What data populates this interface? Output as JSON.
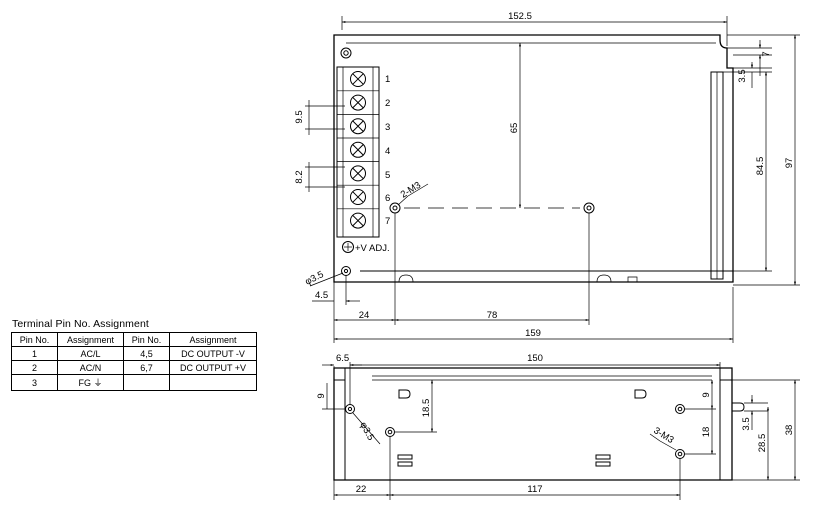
{
  "dimensions": {
    "top_overall_width": "152.5",
    "top_mount_spacing_v": "65",
    "top_right_7": "7",
    "top_right_3_5": "3.5",
    "top_right_84_5": "84.5",
    "top_overall_height": "97",
    "terminal_pitch": "9.5",
    "terminal_width": "8.2",
    "screw_callout": "2-M3",
    "hole_dia_left": "φ3.5",
    "hole_offset_4_5": "4.5",
    "bottom_24": "24",
    "bottom_78": "78",
    "bottom_overall_159": "159",
    "side_6_5": "6.5",
    "side_150": "150",
    "side_9_left": "9",
    "side_18_5": "18.5",
    "side_hole_dia": "φ3.5",
    "side_9_right": "9",
    "side_18": "18",
    "side_screw_callout": "3-M3",
    "side_3_5": "3.5",
    "side_28_5": "28.5",
    "side_38": "38",
    "side_22": "22",
    "side_117": "117"
  },
  "terminal_labels": [
    "1",
    "2",
    "3",
    "4",
    "5",
    "6",
    "7"
  ],
  "vadj_label": "+V ADJ.",
  "pin_table": {
    "title": "Terminal Pin No.  Assignment",
    "headers": [
      "Pin No.",
      "Assignment",
      "Pin No.",
      "Assignment"
    ],
    "rows": [
      [
        "1",
        "AC/L",
        "4,5",
        "DC OUTPUT -V"
      ],
      [
        "2",
        "AC/N",
        "6,7",
        "DC OUTPUT +V"
      ],
      [
        "3",
        "FG ⏚",
        "",
        ""
      ]
    ]
  }
}
